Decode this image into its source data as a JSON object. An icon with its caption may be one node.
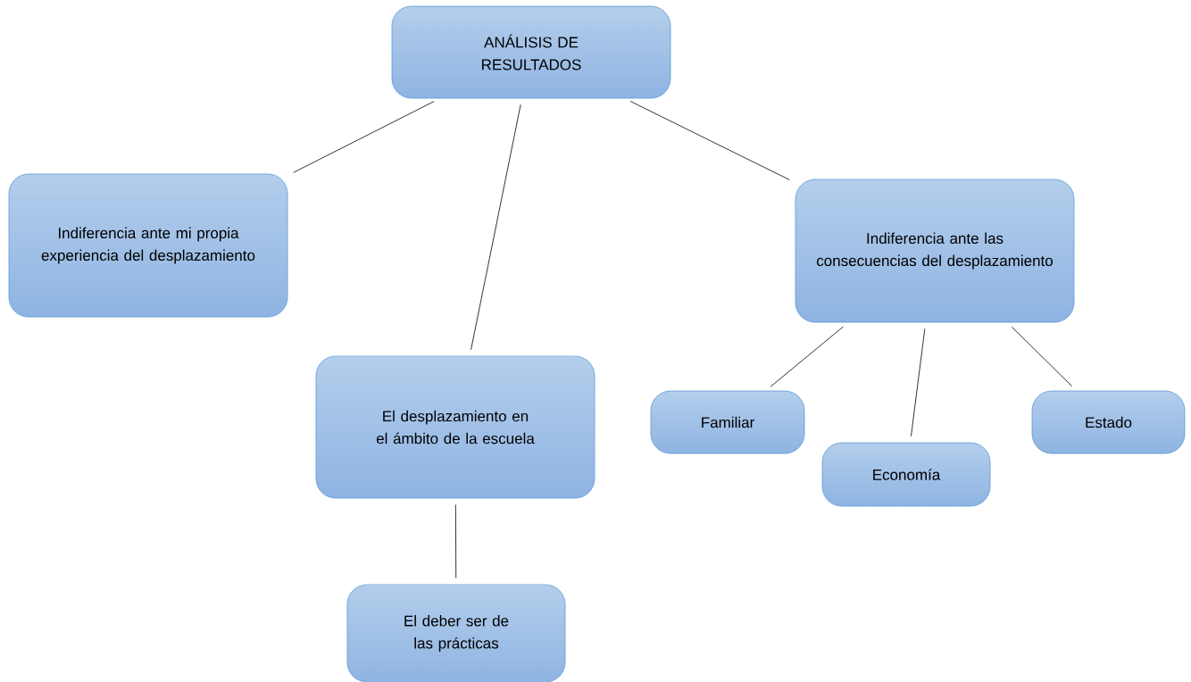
{
  "diagram": {
    "nodes": [
      {
        "text": [
          "ANÁLISIS DE RESULTADOS"
        ]
      },
      {
        "text": [
          "Indiferencia ante mi propia experiencia del desplazamiento"
        ]
      },
      {
        "text": [
          "El desplazamiento en el ámbito de la escuela"
        ]
      },
      {
        "text": [
          "El deber ser de las prácticas"
        ]
      },
      {
        "text": [
          "Indiferencia ante las consecuencias del desplazamiento"
        ]
      },
      {
        "text": [
          "Familiar"
        ]
      },
      {
        "text": [
          "Economía"
        ]
      },
      {
        "text": [
          "Estado"
        ]
      }
    ],
    "edges": [
      {
        "from": 0,
        "to": 1,
        "arrow": "none"
      },
      {
        "from": 0,
        "to": 2,
        "arrow": "none"
      },
      {
        "from": 0,
        "to": 4,
        "arrow": "none"
      },
      {
        "from": 2,
        "to": 3,
        "arrow": "none"
      },
      {
        "from": 4,
        "to": 5,
        "arrow": "none"
      },
      {
        "from": 4,
        "to": 6,
        "arrow": "none"
      },
      {
        "from": 4,
        "to": 7,
        "arrow": "none"
      }
    ]
  }
}
